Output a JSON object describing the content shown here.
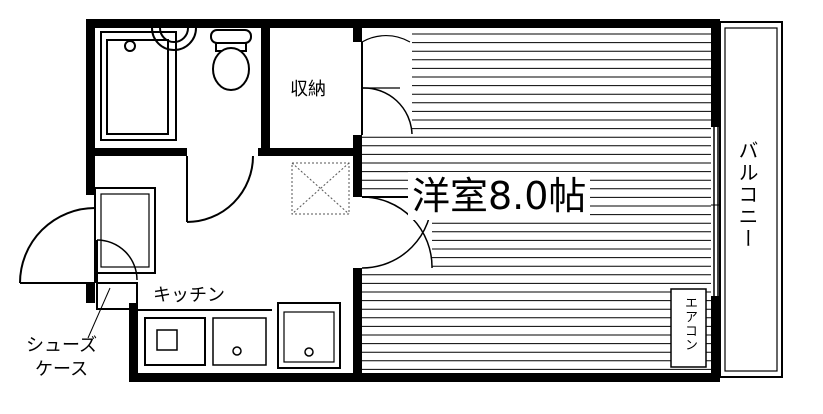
{
  "floorplan": {
    "room_main": "洋室8.0帖",
    "storage": "収納",
    "kitchen": "キッチン",
    "shoe_case_line1": "シューズ",
    "shoe_case_line2": "ケース",
    "balcony": "バルコニー",
    "aircon": "エアコン"
  },
  "colors": {
    "wall": "#000000",
    "line": "#000000",
    "background": "#ffffff",
    "hatch": "#555555"
  }
}
